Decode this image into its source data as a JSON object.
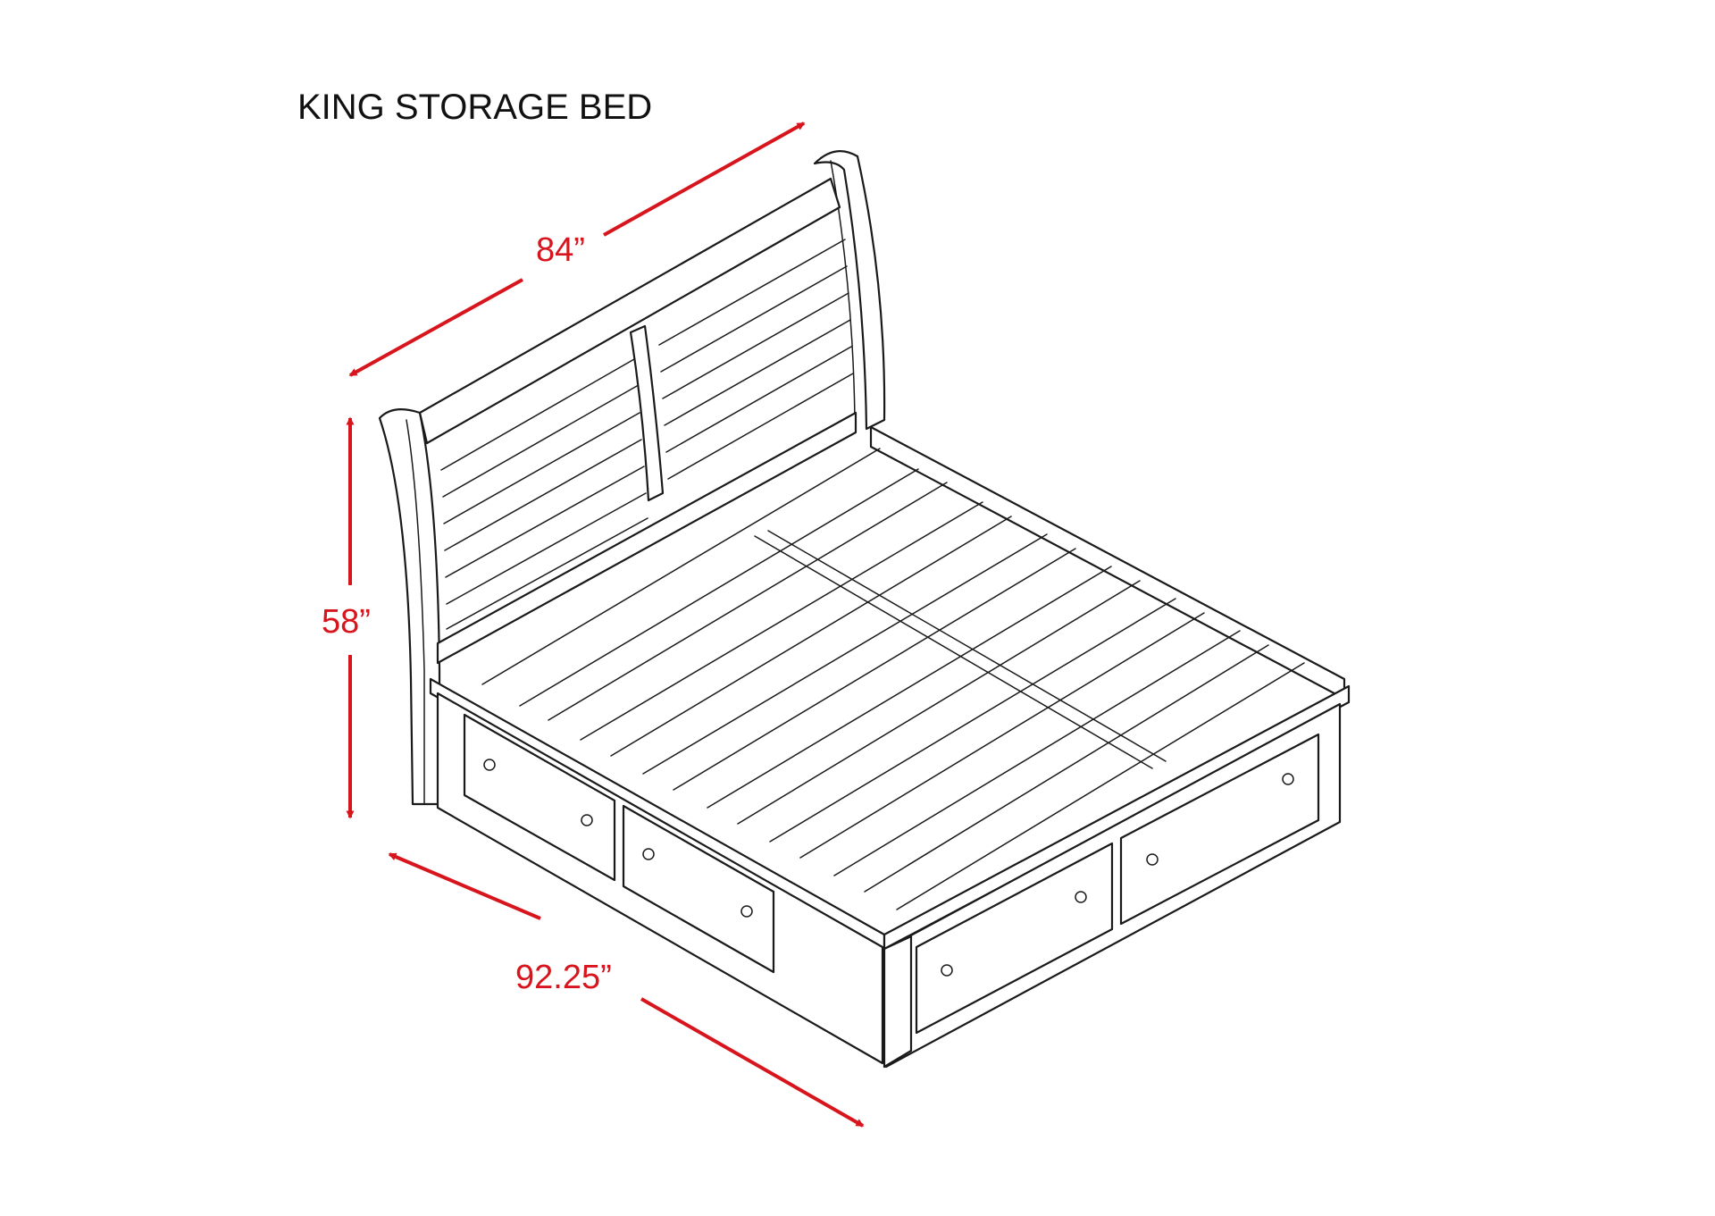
{
  "diagram": {
    "title": "KING STORAGE BED",
    "dimensions": {
      "width": "84”",
      "height": "58”",
      "length": "92.25”"
    },
    "colors": {
      "dimension": "#d8141c",
      "line": "#1a1a1a",
      "background": "#ffffff"
    }
  }
}
